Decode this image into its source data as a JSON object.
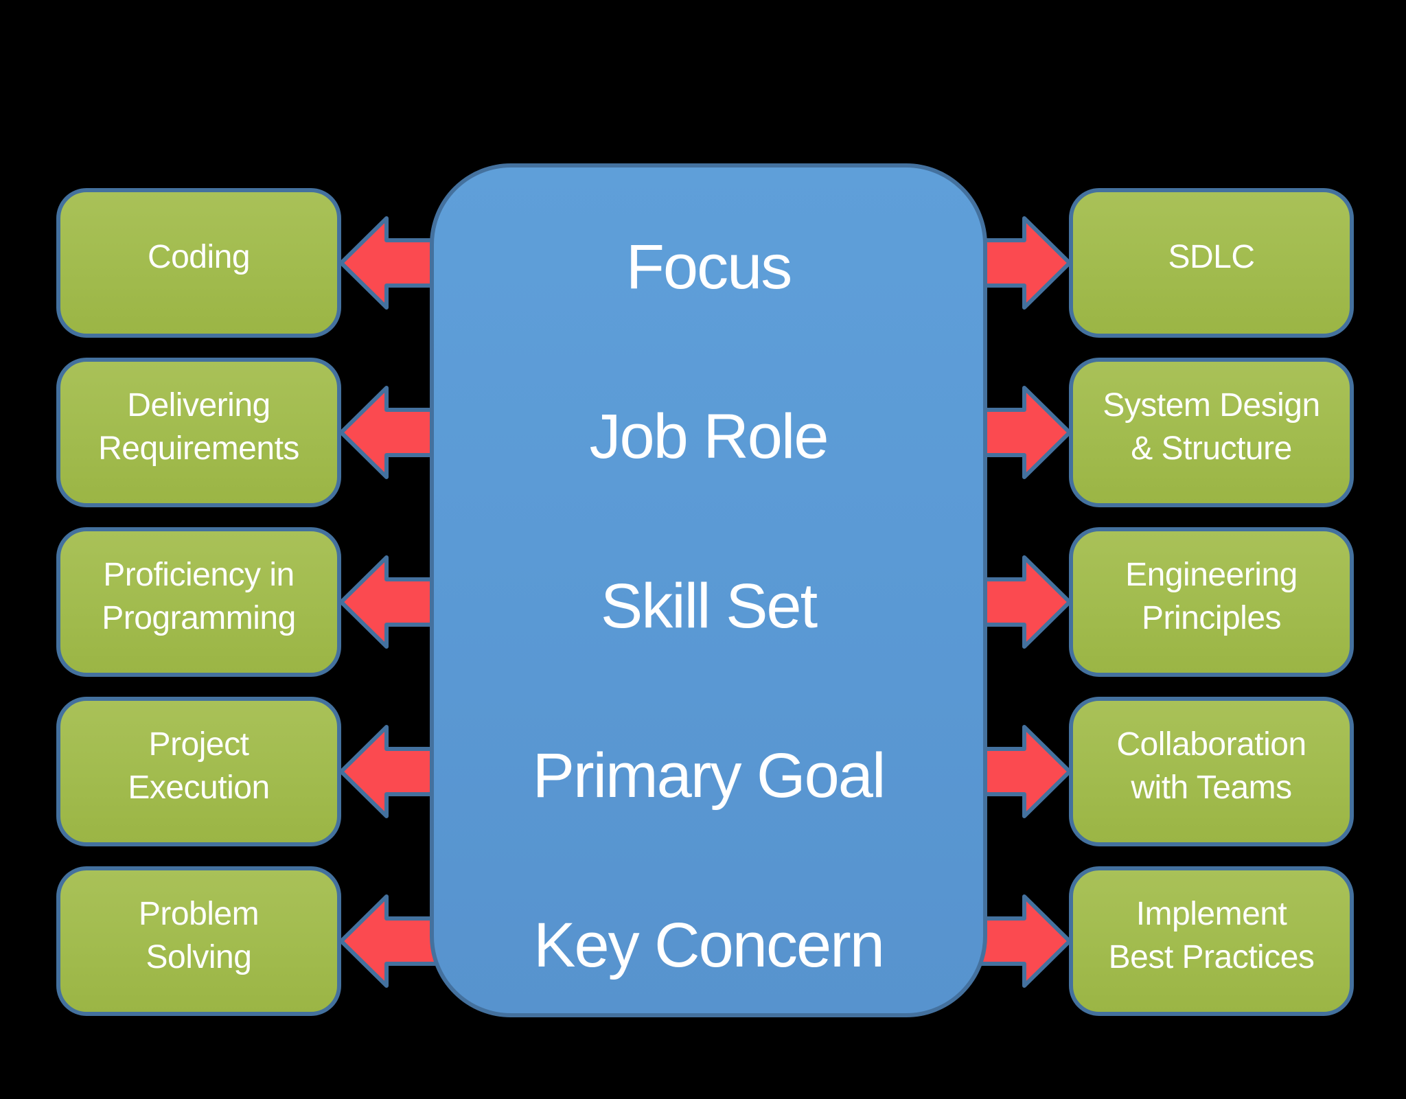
{
  "diagram": {
    "type": "comparison-smartart",
    "background_color": "#000000",
    "colors": {
      "center_panel_fill": "#5B9AD5",
      "side_box_fill": "#A2BC4F",
      "arrow_fill": "#FB4A50",
      "outline": "#44719E",
      "text": "#FFFFFF"
    },
    "rows": [
      {
        "left": "Coding",
        "center": "Focus",
        "right": "SDLC"
      },
      {
        "left": "Delivering\nRequirements",
        "center": "Job Role",
        "right": "System Design\n& Structure"
      },
      {
        "left": "Proficiency in\nProgramming",
        "center": "Skill Set",
        "right": "Engineering\nPrinciples"
      },
      {
        "left": "Project\nExecution",
        "center": "Primary Goal",
        "right": "Collaboration\nwith Teams"
      },
      {
        "left": "Problem\nSolving",
        "center": "Key Concern",
        "right": "Implement\nBest Practices"
      }
    ]
  }
}
